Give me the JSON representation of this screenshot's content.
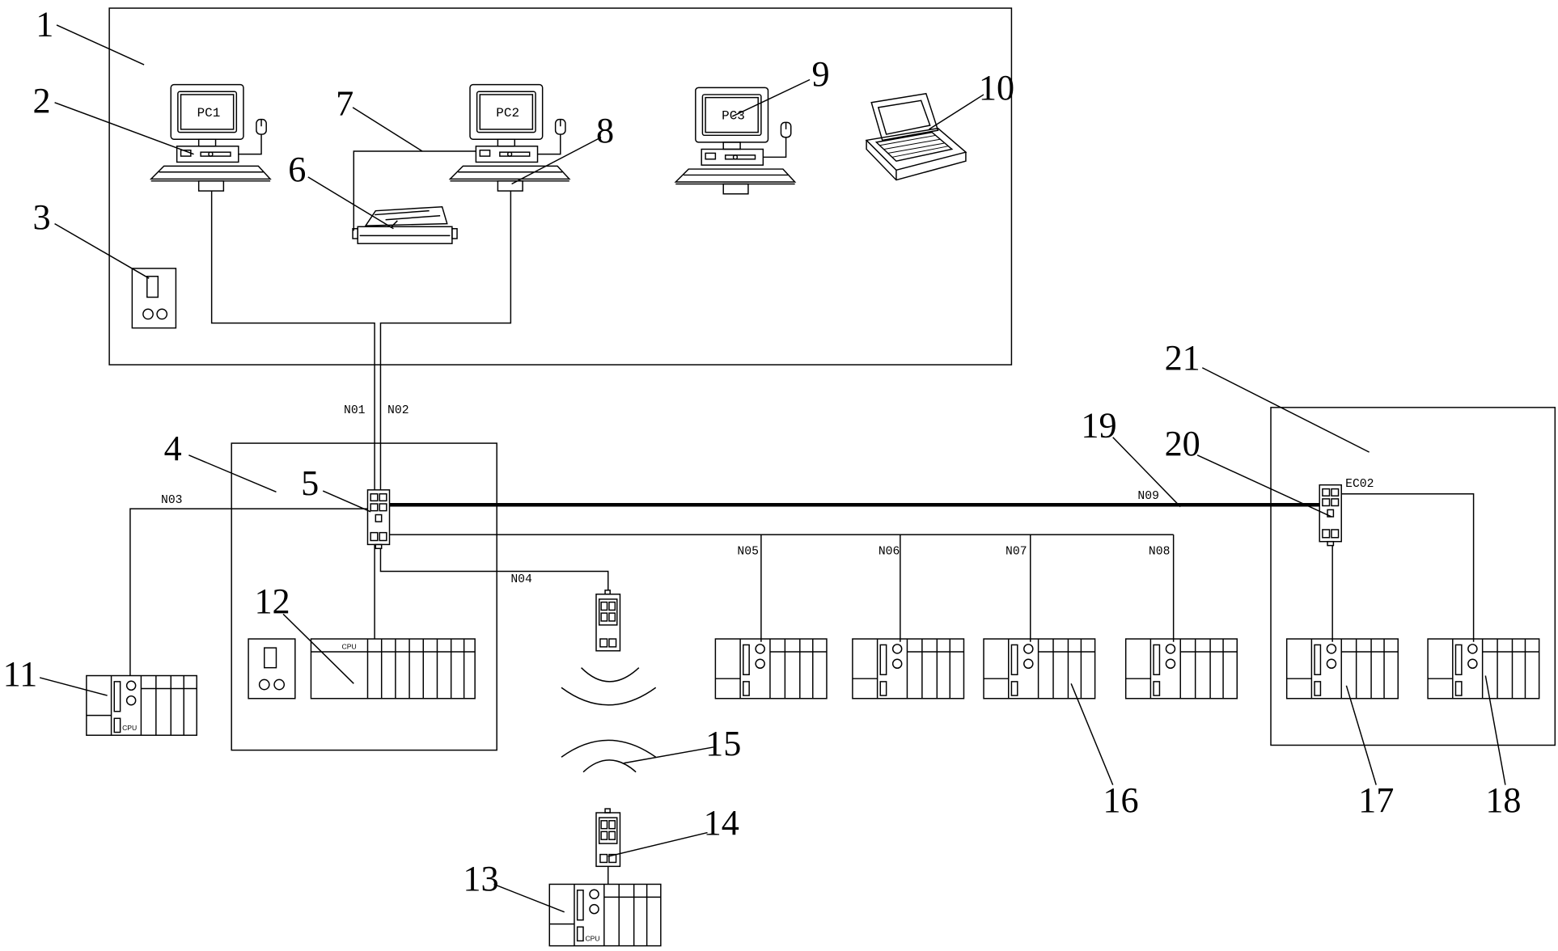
{
  "reference_numerals": [
    "1",
    "2",
    "3",
    "4",
    "5",
    "6",
    "7",
    "8",
    "9",
    "10",
    "11",
    "12",
    "13",
    "14",
    "15",
    "16",
    "17",
    "18",
    "19",
    "20",
    "21"
  ],
  "computers": {
    "pc1": "PC1",
    "pc2": "PC2",
    "pc3": "PC3"
  },
  "network_links": {
    "n01": "N01",
    "n02": "N02",
    "n03": "N03",
    "n04": "N04",
    "n05": "N05",
    "n06": "N06",
    "n07": "N07",
    "n08": "N08",
    "n09": "N09"
  },
  "remote_switch_label": "EC02",
  "cpu_label": "CPU"
}
